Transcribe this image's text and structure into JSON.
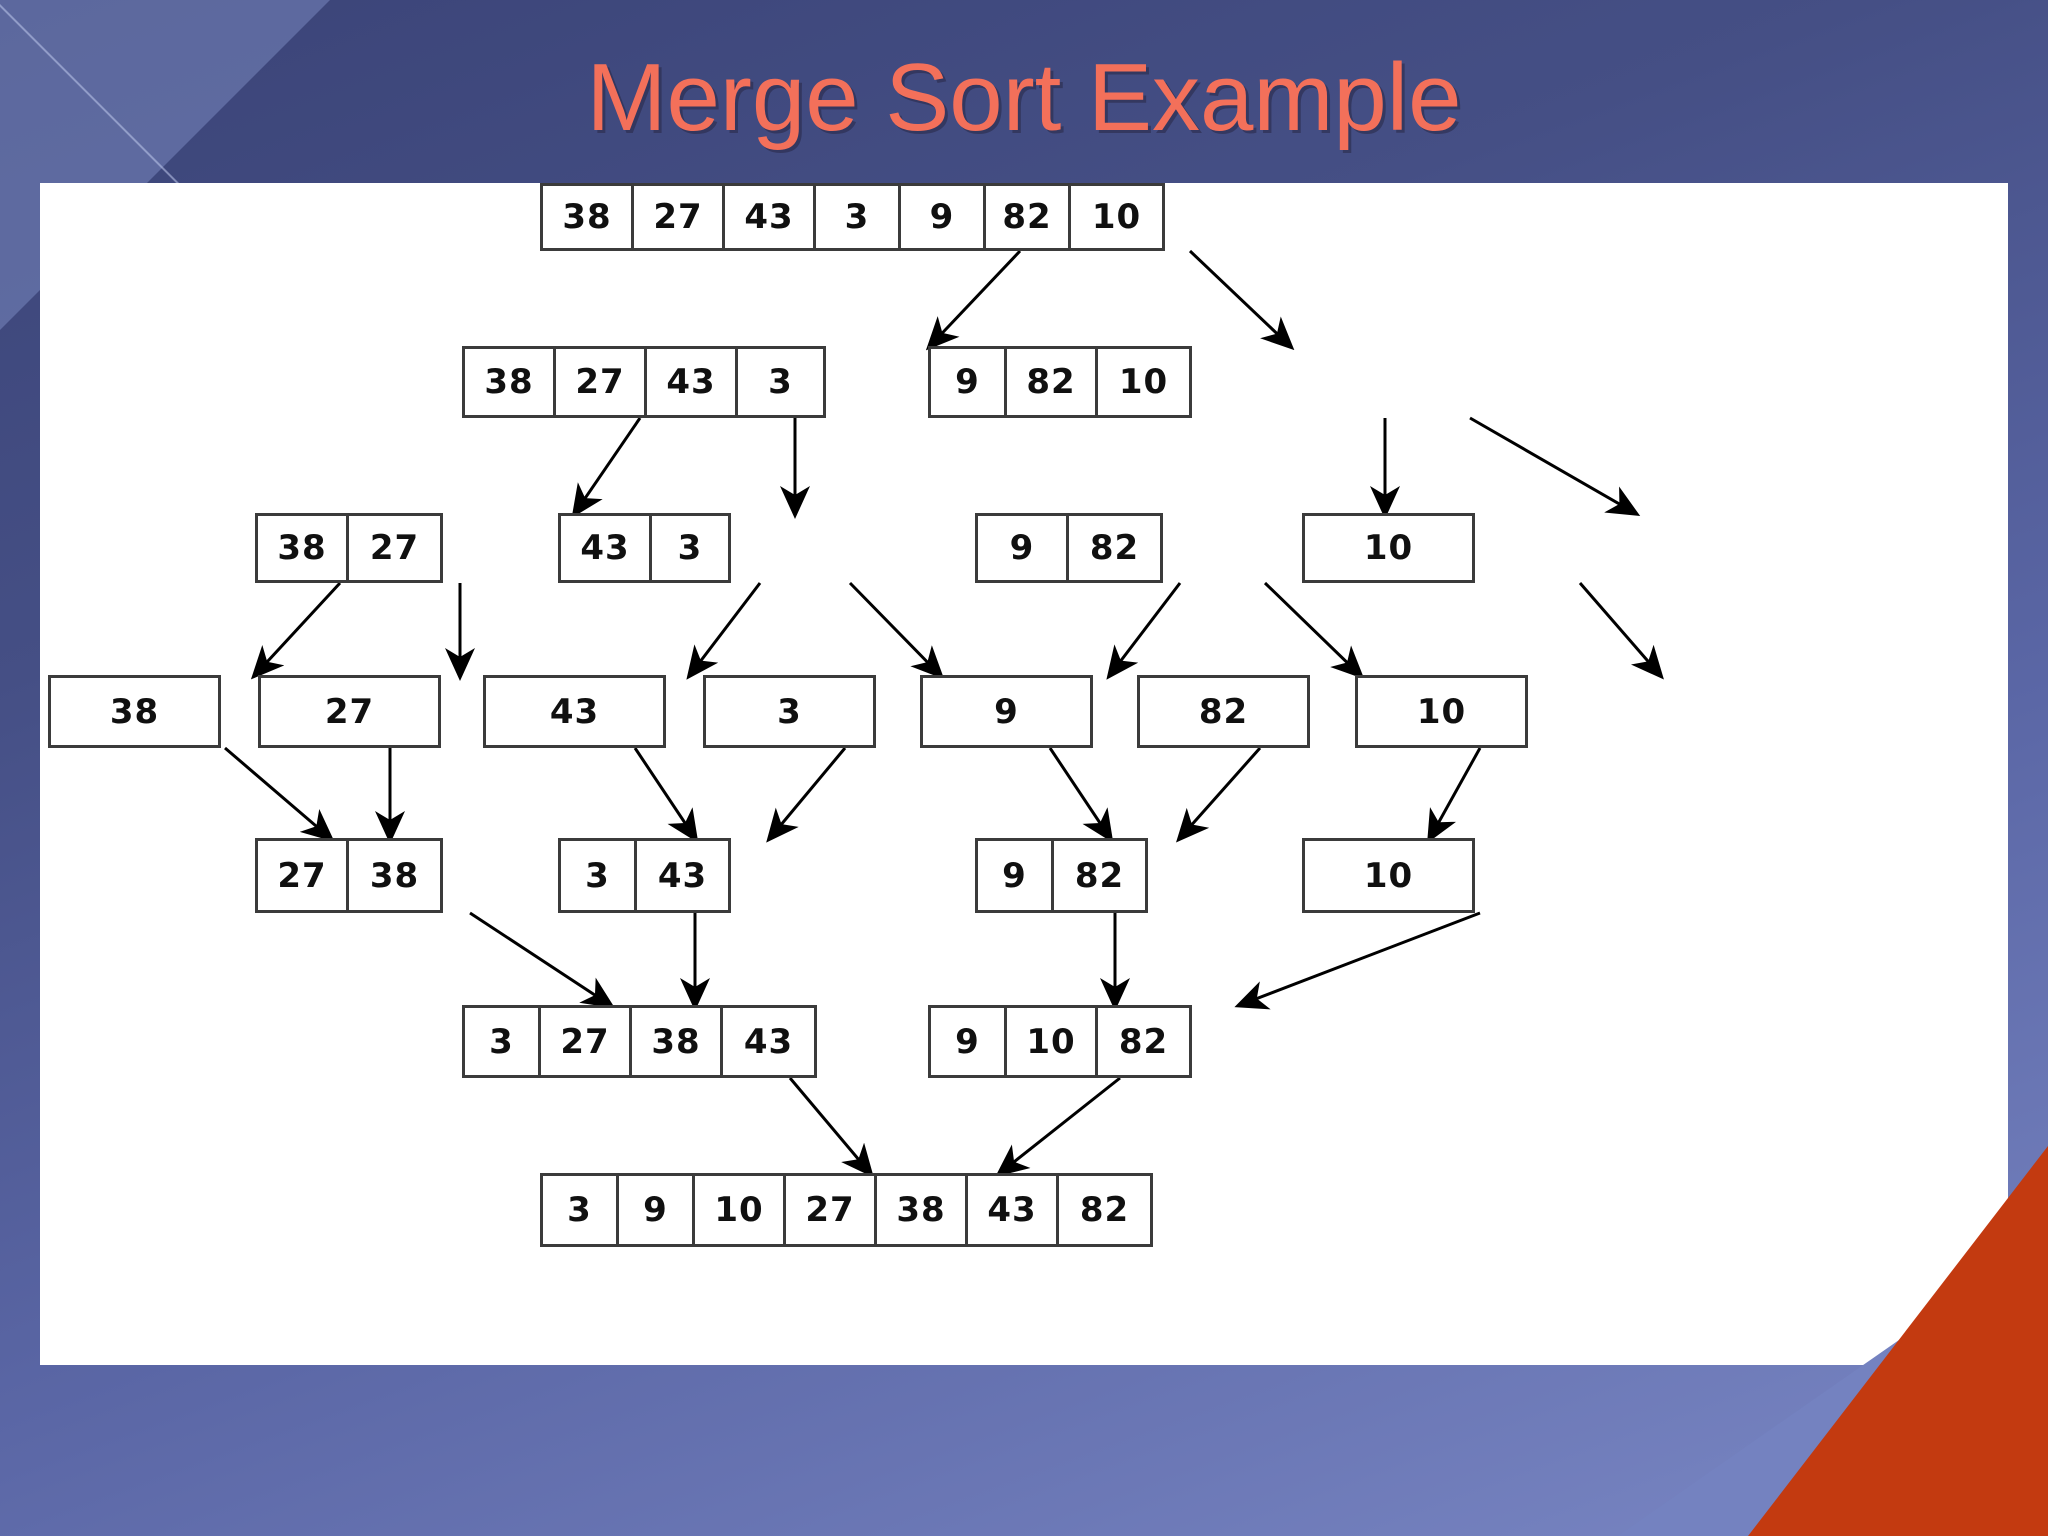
{
  "slide": {
    "title": "Merge Sort Example",
    "title_color": "#f3705a",
    "background_color": "#454f85",
    "accent_color": "#e8430d",
    "canvas_color": "#ffffff"
  },
  "diagram": {
    "type": "merge-sort-tree",
    "cell_border_color": "#3b3b3b",
    "rows": [
      {
        "name": "row-initial-array",
        "stage": "input",
        "groups": [
          {
            "values": [
              "38",
              "27",
              "43",
              "3",
              "9",
              "82",
              "10"
            ]
          }
        ]
      },
      {
        "name": "row-split-1",
        "stage": "divide",
        "groups": [
          {
            "values": [
              "38",
              "27",
              "43",
              "3"
            ]
          },
          {
            "values": [
              "9",
              "82",
              "10"
            ]
          }
        ]
      },
      {
        "name": "row-split-2",
        "stage": "divide",
        "groups": [
          {
            "values": [
              "38",
              "27"
            ]
          },
          {
            "values": [
              "43",
              "3"
            ]
          },
          {
            "values": [
              "9",
              "82"
            ]
          },
          {
            "values": [
              "10"
            ]
          }
        ]
      },
      {
        "name": "row-split-3-singletons",
        "stage": "divide",
        "groups": [
          {
            "values": [
              "38"
            ]
          },
          {
            "values": [
              "27"
            ]
          },
          {
            "values": [
              "43"
            ]
          },
          {
            "values": [
              "3"
            ]
          },
          {
            "values": [
              "9"
            ]
          },
          {
            "values": [
              "82"
            ]
          },
          {
            "values": [
              "10"
            ]
          }
        ]
      },
      {
        "name": "row-merge-1",
        "stage": "merge",
        "groups": [
          {
            "values": [
              "27",
              "38"
            ]
          },
          {
            "values": [
              "3",
              "43"
            ]
          },
          {
            "values": [
              "9",
              "82"
            ]
          },
          {
            "values": [
              "10"
            ]
          }
        ]
      },
      {
        "name": "row-merge-2",
        "stage": "merge",
        "groups": [
          {
            "values": [
              "3",
              "27",
              "38",
              "43"
            ]
          },
          {
            "values": [
              "9",
              "10",
              "82"
            ]
          }
        ]
      },
      {
        "name": "row-merge-final",
        "stage": "result",
        "groups": [
          {
            "values": [
              "3",
              "9",
              "10",
              "27",
              "38",
              "43",
              "82"
            ]
          }
        ]
      }
    ]
  }
}
